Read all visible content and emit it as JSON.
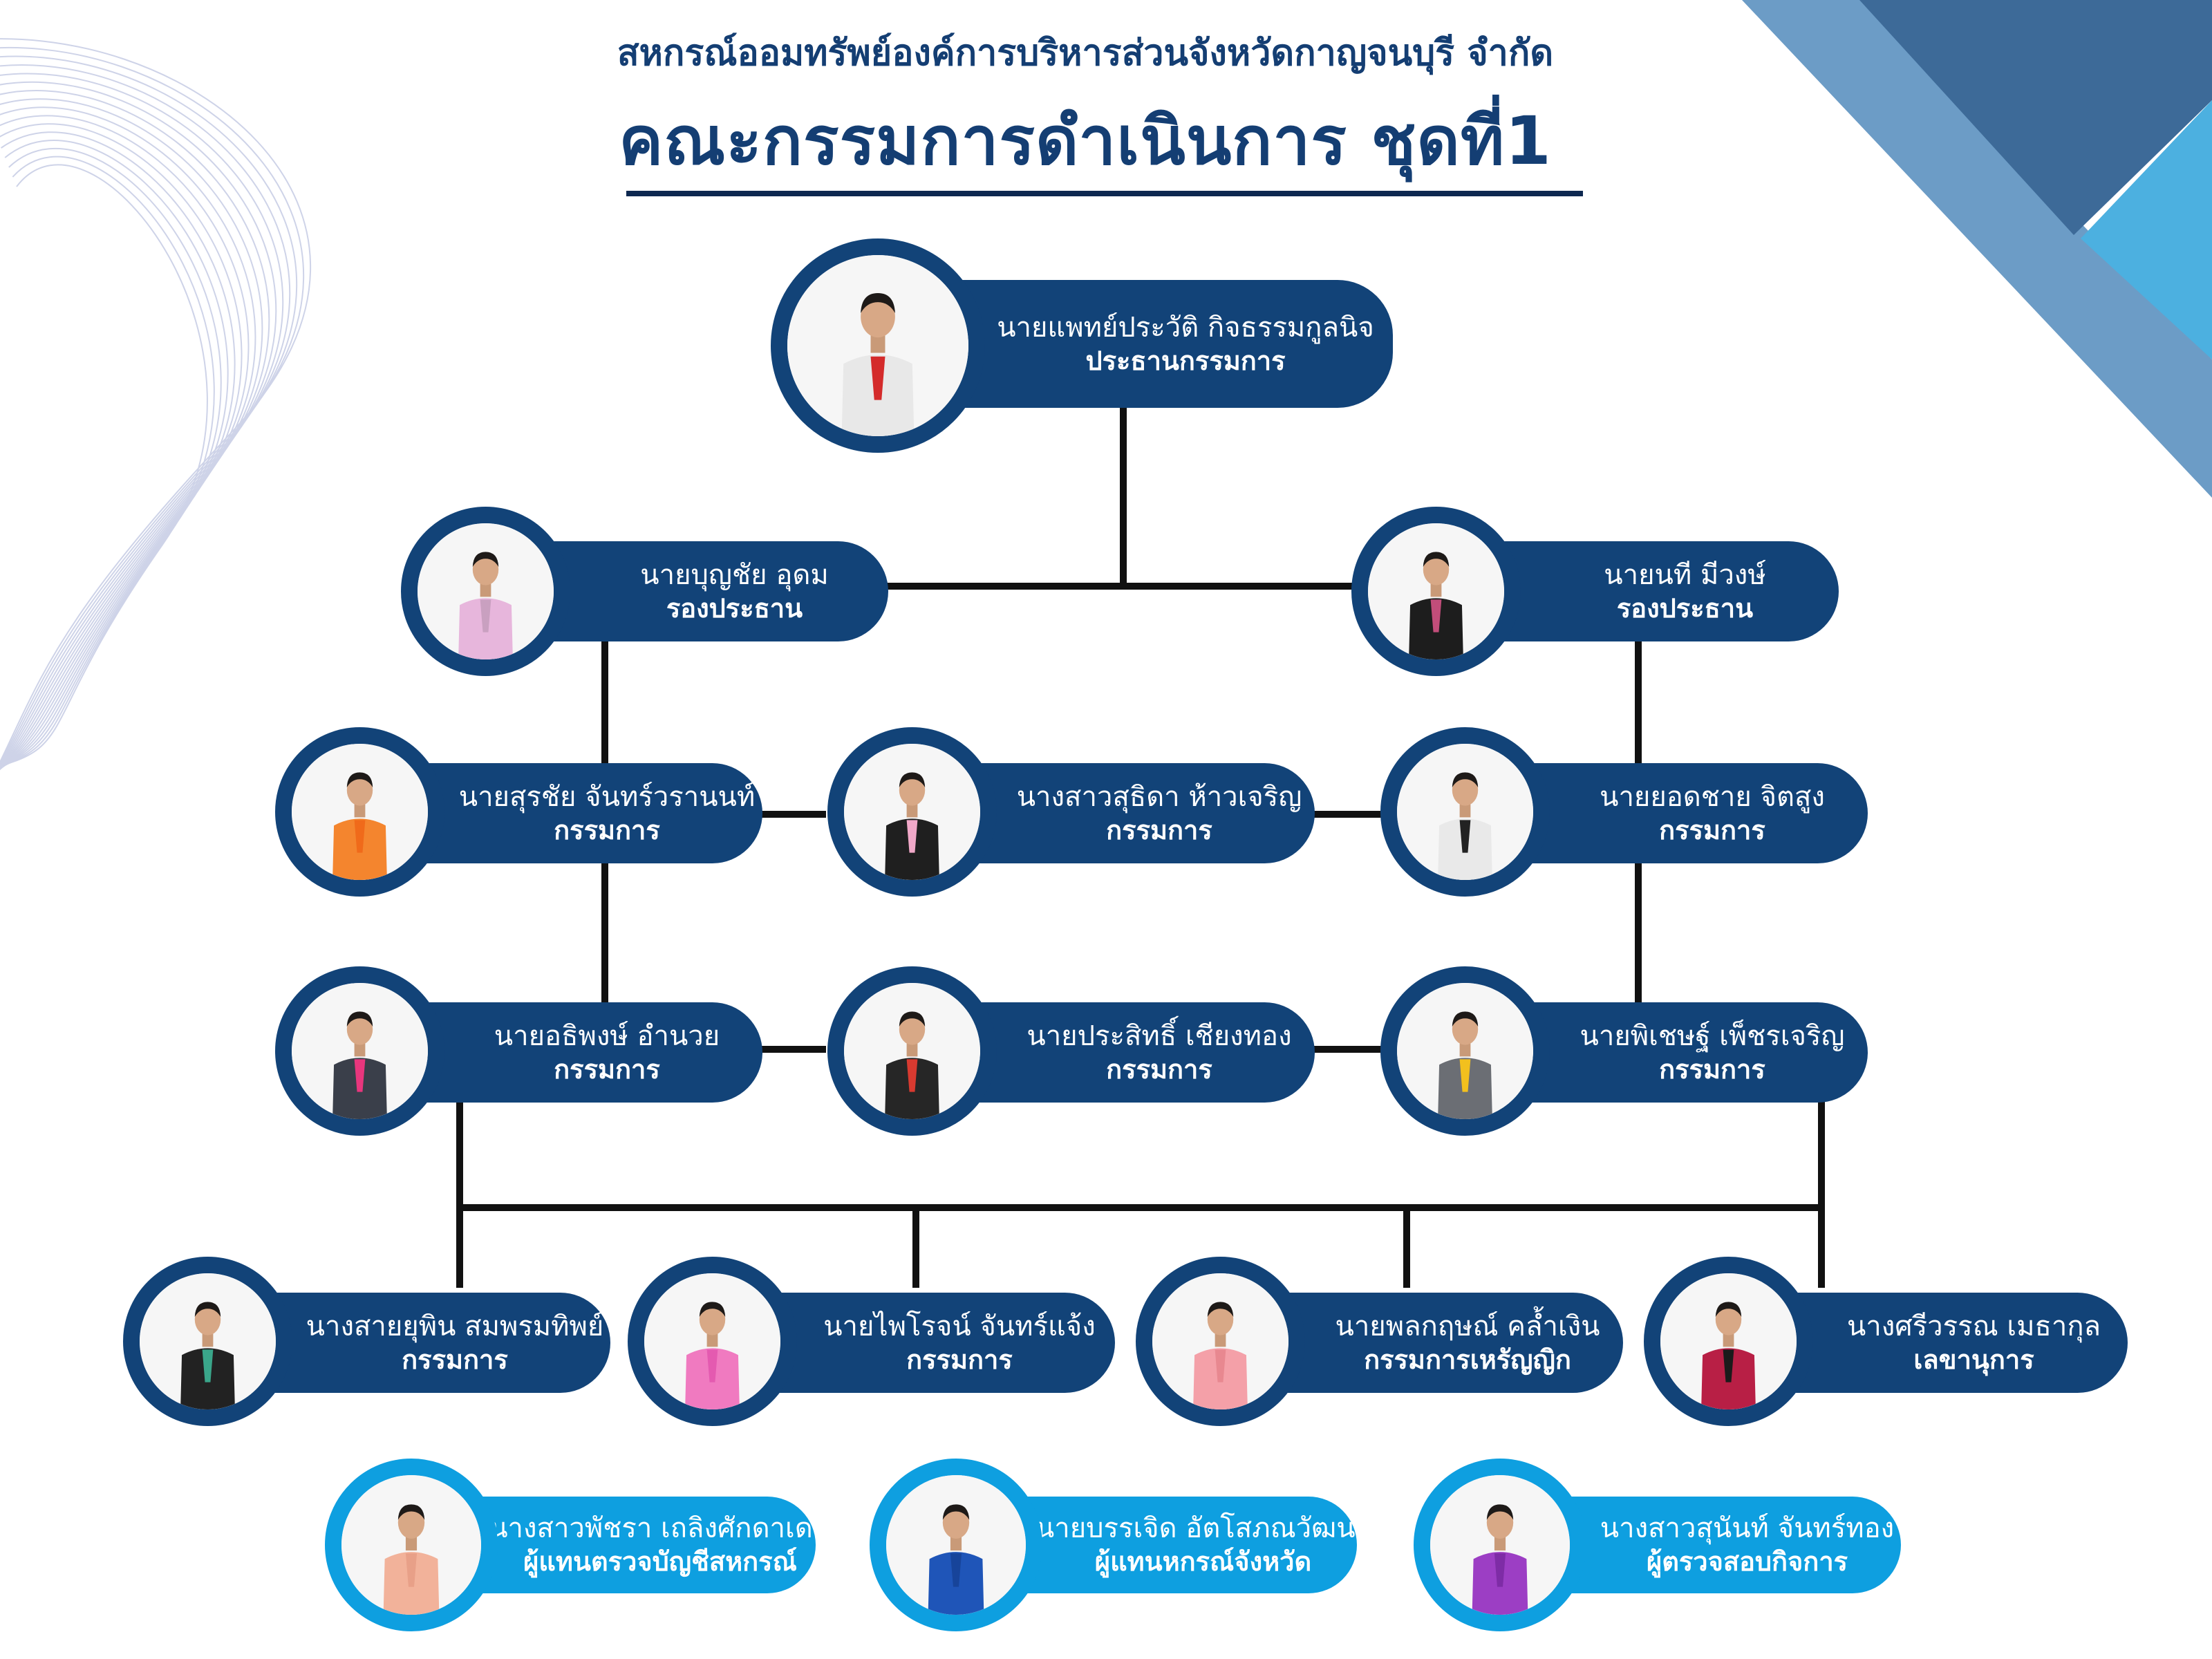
{
  "header": {
    "subtitle": "สหกรณ์ออมทรัพย์องค์การบริหารส่วนจังหวัดกาญจนบุรี จำกัด",
    "title": "คณะกรรมการดำเนินการ ชุดที่1"
  },
  "colors": {
    "navy": "#124378",
    "light_blue": "#0e9fe0",
    "connector": "#111111",
    "title": "#143e73"
  },
  "members": [
    {
      "id": "chairman",
      "name": "นายแพทย์ประวัติ กิจธรรมกูลนิจ",
      "role": "ประธานกรรมการ",
      "style": "dark",
      "shirt": "#e8e8e8",
      "accent": "#d42b2b"
    },
    {
      "id": "vice-left",
      "name": "นายบุญชัย  อุดม",
      "role": "รองประธาน",
      "style": "dark",
      "shirt": "#e7b6dc",
      "accent": "#c9a0c0"
    },
    {
      "id": "vice-right",
      "name": "นายนที มีวงษ์",
      "role": "รองประธาน",
      "style": "dark",
      "shirt": "#1d1d1d",
      "accent": "#c24d7a"
    },
    {
      "id": "m-1",
      "name": "นายสุรชัย จันทร์วรานนท์",
      "role": "กรรมการ",
      "style": "dark",
      "shirt": "#f4852e",
      "accent": "#f06a1a"
    },
    {
      "id": "m-2",
      "name": "นางสาวสุธิดา ห้าวเจริญ",
      "role": "กรรมการ",
      "style": "dark",
      "shirt": "#1f1f1f",
      "accent": "#f0a8c8"
    },
    {
      "id": "m-3",
      "name": "นายยอดชาย จิตสูง",
      "role": "กรรมการ",
      "style": "dark",
      "shirt": "#e9e9e9",
      "accent": "#222222"
    },
    {
      "id": "m-4",
      "name": "นายอธิพงษ์ อำนวย",
      "role": "กรรมการ",
      "style": "dark",
      "shirt": "#3a3f4a",
      "accent": "#e8367d"
    },
    {
      "id": "m-5",
      "name": "นายประสิทธิ์ เชียงทอง",
      "role": "กรรมการ",
      "style": "dark",
      "shirt": "#262626",
      "accent": "#d83a30"
    },
    {
      "id": "m-6",
      "name": "นายพิเชษฐ์ เพ็ชรเจริญ",
      "role": "กรรมการ",
      "style": "dark",
      "shirt": "#6b6e74",
      "accent": "#f2c01e"
    },
    {
      "id": "m-7",
      "name": "นางสายยุพิน สมพรมทิพย์",
      "role": "กรรมการ",
      "style": "dark",
      "shirt": "#222222",
      "accent": "#3aa68a"
    },
    {
      "id": "m-8",
      "name": "นายไพโรจน์ จันทร์แจ้ง",
      "role": "กรรมการ",
      "style": "dark",
      "shirt": "#f07ac0",
      "accent": "#e45ab0"
    },
    {
      "id": "m-9",
      "name": "นายพลกฤษณ์ คล้ำเงิน",
      "role": "กรรมการเหรัญญิก",
      "style": "dark",
      "shirt": "#f4a0a8",
      "accent": "#e88890"
    },
    {
      "id": "m-10",
      "name": "นางศรีวรรณ เมธากุล",
      "role": "เลขานุการ",
      "style": "dark",
      "shirt": "#b81f45",
      "accent": "#1b1b1b"
    },
    {
      "id": "a-1",
      "name": "นางสาวพัชรา เถลิงศักดาเดช",
      "role": "ผู้แทนตรวจบัญชีสหกรณ์",
      "style": "light",
      "shirt": "#f2b29a",
      "accent": "#e8a088"
    },
    {
      "id": "a-2",
      "name": "นายบรรเจิด อัตโสภณวัฒนา",
      "role": "ผู้แทนหกรณ์จังหวัด",
      "style": "light",
      "shirt": "#1f55b8",
      "accent": "#17449a"
    },
    {
      "id": "a-3",
      "name": "นางสาวสุนันท์  จันทร์ทอง",
      "role": "ผู้ตรวจสอบกิจการ",
      "style": "light",
      "shirt": "#9c3ec4",
      "accent": "#7e2ca6"
    }
  ]
}
